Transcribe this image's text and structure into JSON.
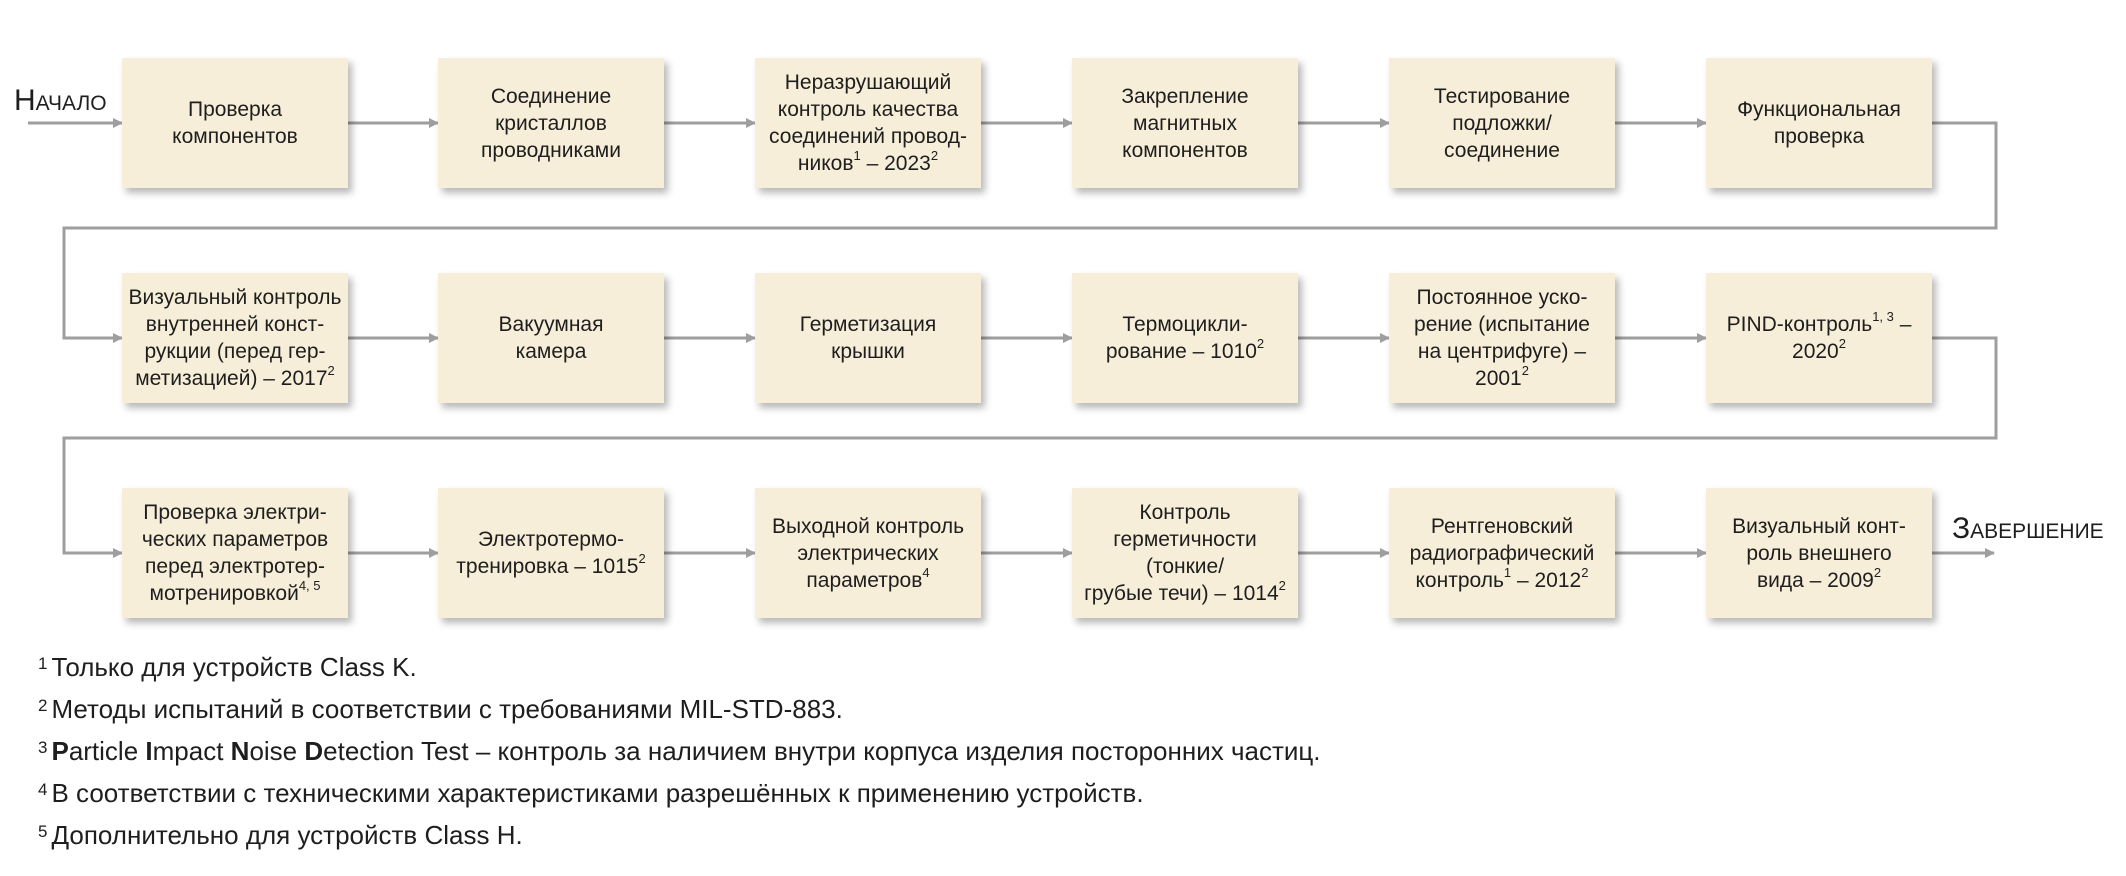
{
  "diagram": {
    "start_label": "Начало",
    "end_label": "Завершение",
    "colors": {
      "box_fill": "#f6eed8",
      "arrow": "#9e9e9e",
      "text": "#1e1e1e"
    },
    "rows": [
      [
        {
          "text": "Проверка\nкомпонентов"
        },
        {
          "text": "Соединение\nкристаллов\nпроводниками"
        },
        {
          "text": "Неразрушающий\nконтроль качества\nсоединений провод-\nников",
          "sup": "1",
          "tail": " – 2023",
          "sup2": "2"
        },
        {
          "text": "Закрепление\nмагнитных\nкомпонентов"
        },
        {
          "text": "Тестирование\nподложки/\nсоединение"
        },
        {
          "text": "Функциональная\nпроверка"
        }
      ],
      [
        {
          "text": "Визуальный контроль\nвнутренней конст-\nрукции (перед гер-\nметизацией) – 2017",
          "sup": "2"
        },
        {
          "text": "Вакуумная\nкамера"
        },
        {
          "text": "Герметизация\nкрышки"
        },
        {
          "text": "Термоцикли-\nрование – 1010",
          "sup": "2"
        },
        {
          "text": "Постоянное уско-\nрение (испытание\nна центрифуге) –\n2001",
          "sup": "2"
        },
        {
          "text": "PIND-контроль",
          "sup": "1, 3",
          "tail": " –\n2020",
          "sup2": "2"
        }
      ],
      [
        {
          "text": "Проверка электри-\nческих параметров\nперед электротер-\nмотренировкой",
          "sup": "4, 5"
        },
        {
          "text": "Электротермо-\nтренировка – 1015",
          "sup": "2"
        },
        {
          "text": "Выходной контроль\nэлектрических\nпараметров",
          "sup": "4"
        },
        {
          "text": "Контроль\nгерметичности\n(тонкие/\nгрубые течи) – 1014",
          "sup": "2"
        },
        {
          "text": "Рентгеновский\nрадиографический\nконтроль",
          "sup": "1",
          "tail": " – 2012",
          "sup2": "2"
        },
        {
          "text": "Визуальный конт-\nроль внешнего\nвида – 2009",
          "sup": "2"
        }
      ]
    ]
  },
  "footnotes": [
    {
      "mark": "1",
      "text": "Только для устройств Class K."
    },
    {
      "mark": "2",
      "text": "Методы испытаний в соответствии с требованиями MIL-STD-883."
    },
    {
      "mark": "3",
      "parts": [
        {
          "b": "P"
        },
        {
          "t": "article "
        },
        {
          "b": "I"
        },
        {
          "t": "mpact "
        },
        {
          "b": "N"
        },
        {
          "t": "oise "
        },
        {
          "b": "D"
        },
        {
          "t": "etection Test – контроль за наличием внутри корпуса изделия посторонних частиц."
        }
      ]
    },
    {
      "mark": "4",
      "text": "В соответствии с техническими характеристиками разрешённых к применению устройств."
    },
    {
      "mark": "5",
      "text": "Дополнительно для устройств Class H."
    }
  ]
}
